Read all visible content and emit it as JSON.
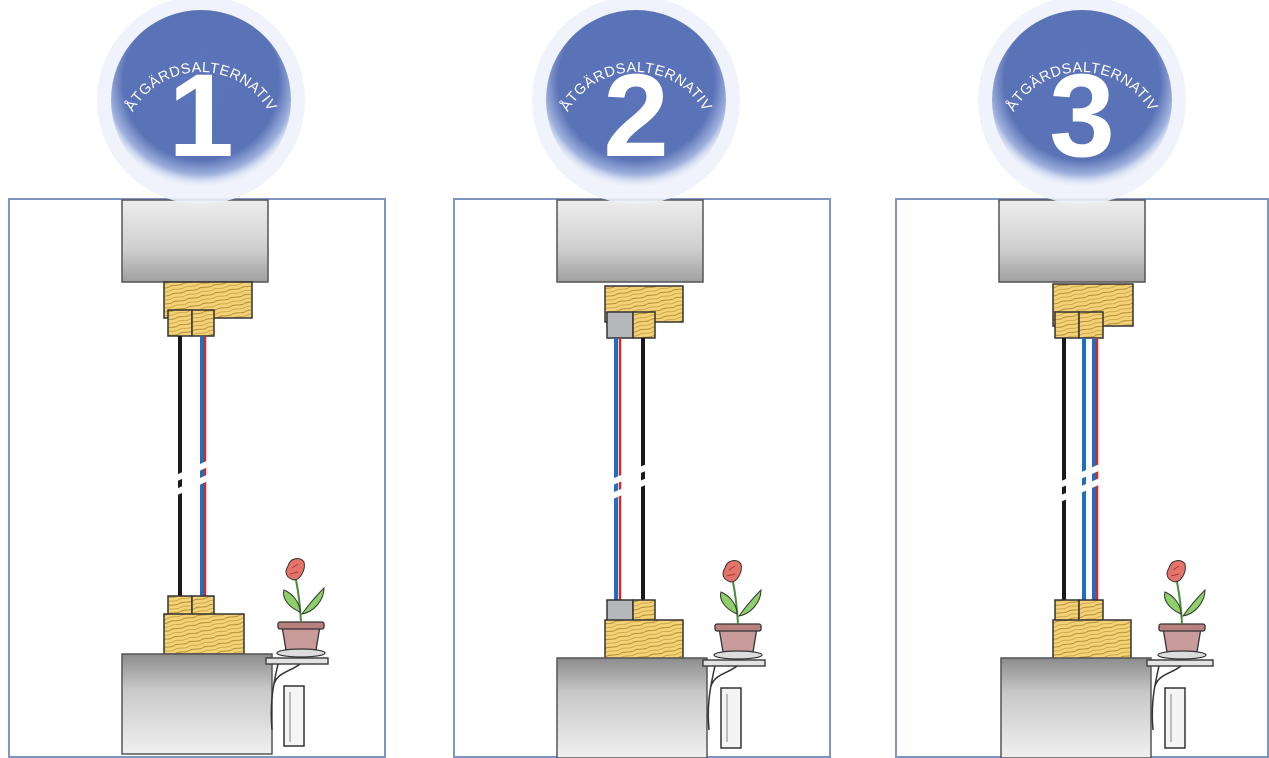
{
  "alternatives": [
    {
      "label": "ÅTGÄRDSALTERNATIV",
      "number": "1",
      "variant": "frame-plus-single-glazing-left"
    },
    {
      "label": "ÅTGÄRDSALTERNATIV",
      "number": "2",
      "variant": "coated-glazing-outer"
    },
    {
      "label": "ÅTGÄRDSALTERNATIV",
      "number": "3",
      "variant": "triple-glazing"
    }
  ],
  "colors": {
    "badge_fill": "#5a72b6",
    "badge_glow": "#dfe7f6",
    "frame_border": "#7f95c1",
    "wood": "#f3d27a",
    "wood_grain": "#b08a2a",
    "wall": "#d4d4d4",
    "glass_black": "#1a1a1a",
    "glass_blue": "#1f6fc0",
    "glass_red": "#d12a2a",
    "spacer_gray": "#b5b7bb"
  },
  "icons": [
    "flower-pot-icon",
    "radiator-icon",
    "window-sill-icon"
  ]
}
